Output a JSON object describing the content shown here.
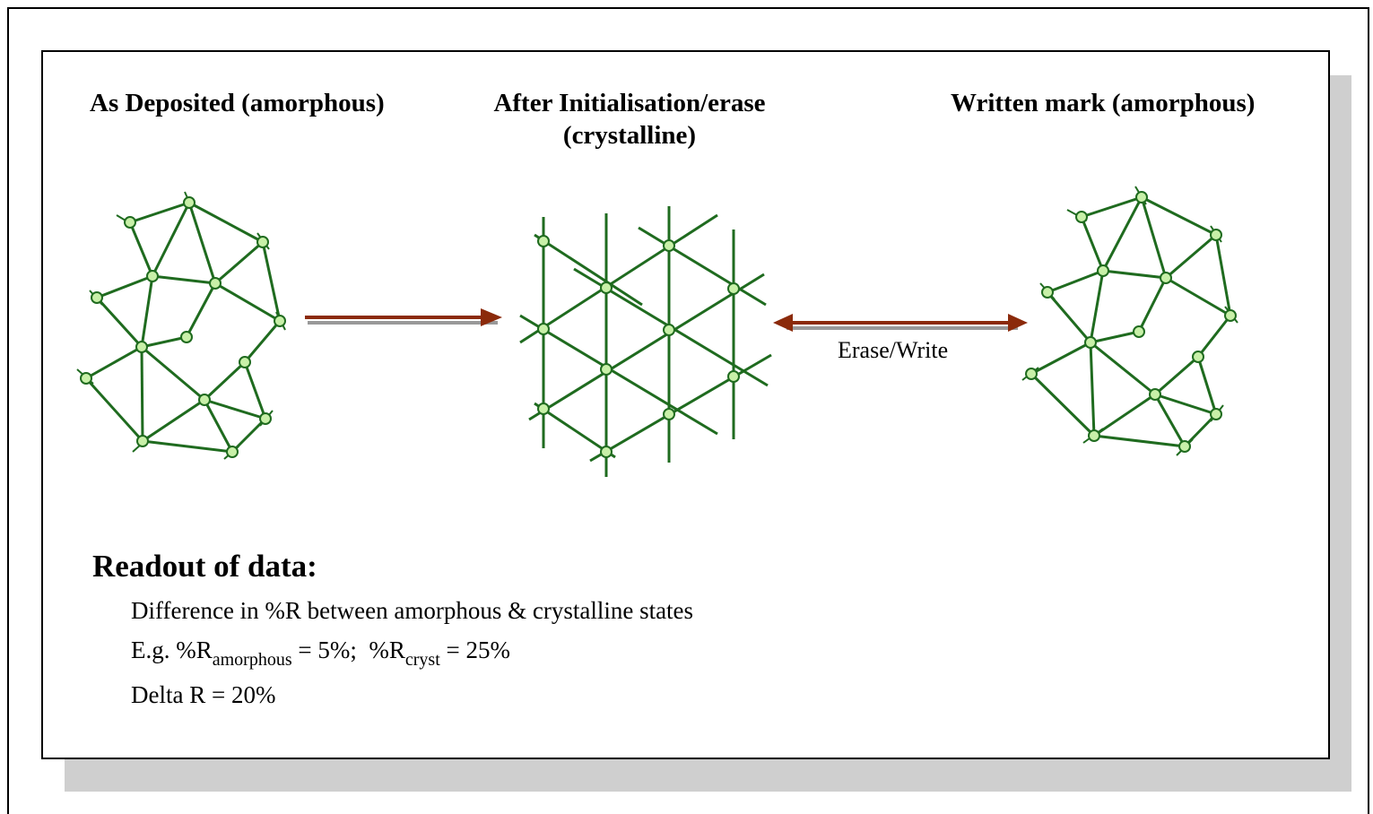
{
  "labels": {
    "deposited": "As Deposited (amorphous)",
    "initialised": "After Initialisation/erase (crystalline)",
    "written": "Written mark (amorphous)",
    "erase_write": "Erase/Write"
  },
  "readout": {
    "title": "Readout of data:",
    "line1": "Difference in %R between amorphous & crystalline states",
    "line2_prefix": "E.g. %R",
    "line2_sub1": "amorphous",
    "line2_mid": " = 5%;  %R",
    "line2_sub2": "cryst",
    "line2_suffix": " = 25%",
    "line3": "Delta R = 20%"
  },
  "colors": {
    "lattice_line": "#1f6b1f",
    "atom_fill": "#c8f0a8",
    "arrow": "#8b2a0a",
    "shadow": "#cfcfcf"
  }
}
